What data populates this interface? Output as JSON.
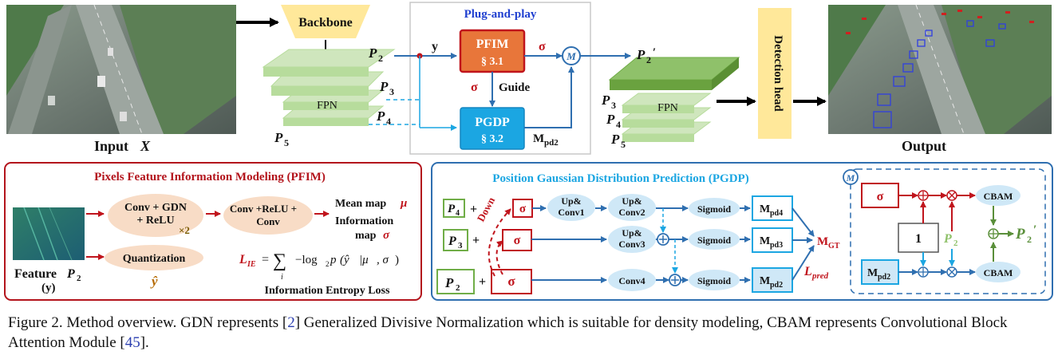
{
  "top": {
    "input_label": "Input",
    "input_var": "X",
    "backbone": "Backbone",
    "fpn_left": "FPN",
    "p2": "P",
    "p2_sub": "2",
    "p3": "P",
    "p3_sub": "3",
    "p4": "P",
    "p4_sub": "4",
    "p5": "P",
    "p5_sub": "5",
    "y": "y",
    "plug_title": "Plug-and-play",
    "pfim": "PFIM",
    "pfim_sec": "§ 3.1",
    "sigma": "σ",
    "guide": "Guide",
    "pgdp": "PGDP",
    "pgdp_sec": "§ 3.2",
    "mpd2": "M",
    "mpd2_sub": "pd2",
    "m_symbol": "M",
    "p2prime": "P",
    "p2prime_sub": "2",
    "prime": "′",
    "fpn_right": "FPN",
    "detection_head": "Detection head",
    "output_label": "Output"
  },
  "pfim_panel": {
    "title": "Pixels Feature Information Modeling (PFIM)",
    "conv_gdn": "Conv + GDN",
    "relu": "+ ReLU",
    "x2": "×2",
    "conv_relu": "Conv +ReLU +",
    "conv": "Conv",
    "mean_map": "Mean map",
    "mu": "μ",
    "info": "Information",
    "map": "map",
    "sigma": "σ",
    "quantization": "Quantization",
    "yhat": "ŷ",
    "feature": "Feature",
    "feature_var": "P",
    "feature_sub": "2",
    "feature_y": "(y)",
    "loss_lhs": "L",
    "loss_lhs_sub": "IE",
    "eq": "=",
    "sum": "∑",
    "sum_sub": "i",
    "loss_rhs": "−log",
    "loss_rhs2": "p",
    "loss_rhs3": "(ŷ",
    "loss_rhs4": "|μ",
    "loss_rhs5": ", σ",
    "loss_rhs6": ")",
    "loss_name": "Information Entropy Loss"
  },
  "pgdp_panel": {
    "title": "Position Gaussian Distribution Prediction (PGDP)",
    "p4": "P",
    "p4_sub": "4",
    "p3": "P",
    "p3_sub": "3",
    "p2": "P",
    "p2_sub": "2",
    "plus": "+",
    "down": "Down",
    "sigma": "σ",
    "upconv1_a": "Up&",
    "upconv1_b": "Conv1",
    "upconv2_a": "Up&",
    "upconv2_b": "Conv2",
    "upconv3_a": "Up&",
    "upconv3_b": "Conv3",
    "conv4": "Conv4",
    "sigmoid": "Sigmoid",
    "m": "M",
    "pd4": "pd4",
    "pd3": "pd3",
    "pd2": "pd2",
    "mgt": "M",
    "mgt_sub": "GT",
    "lpred": "L",
    "lpred_sub": "pred"
  },
  "m_panel": {
    "m_symbol": "M",
    "sigma": "σ",
    "one": "1",
    "p2": "P",
    "p2_sub": "2",
    "mpd2": "M",
    "mpd2_sub": "pd2",
    "cbam_top": "CBAM",
    "cbam_bot": "CBAM",
    "out": "P",
    "out_sub": "2",
    "prime": "′"
  },
  "caption": {
    "part1": "Figure 2.  Method overview.  GDN represents [",
    "ref1": "2",
    "part2": "] Generalized Divisive Normalization which is suitable for density modeling, CBAM represents Convolutional Block Attention Module [",
    "ref2": "45",
    "part3": "]."
  },
  "colors": {
    "red": "#c0141c",
    "blue": "#2f6fb0",
    "orange": "#e8763a",
    "cyan": "#1ba6e2",
    "green": "#70ad47",
    "light_green": "#b7dc9c",
    "yellow": "#ffe89a",
    "tan": "#f8dcc6",
    "light_blue": "#cfe8f7"
  }
}
